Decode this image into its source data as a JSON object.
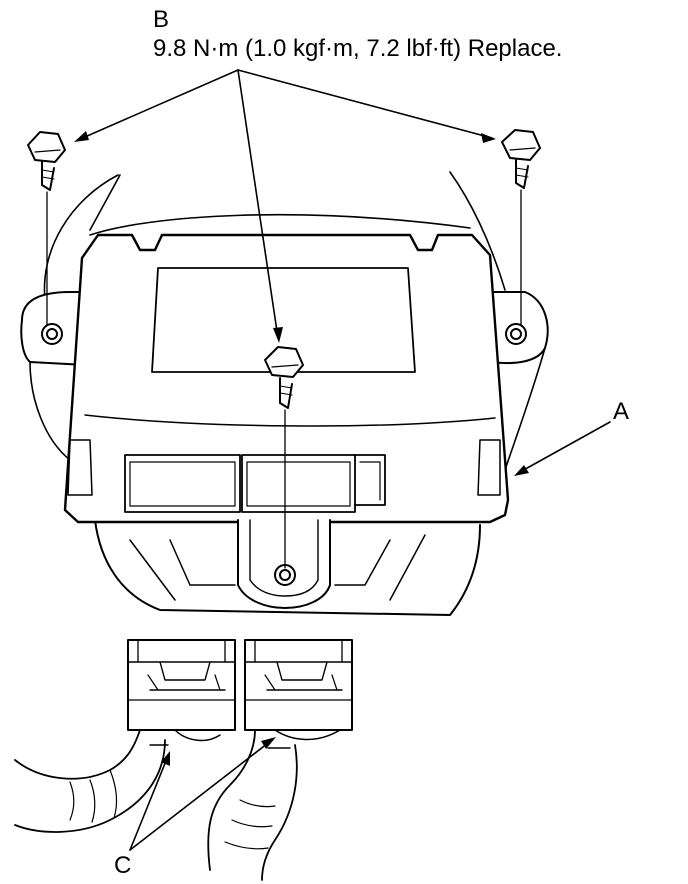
{
  "labels": {
    "b": "B",
    "torque_spec": "9.8 N·m (1.0 kgf·m, 7.2 lbf·ft)   Replace.",
    "a": "A",
    "c": "C"
  },
  "colors": {
    "ink": "#000000",
    "paper": "#ffffff"
  }
}
